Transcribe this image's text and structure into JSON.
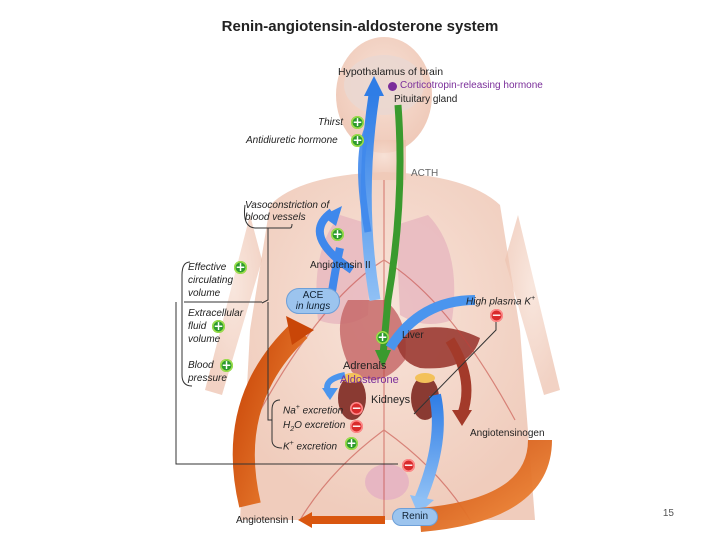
{
  "title": "Renin-angiotensin-aldosterone system",
  "labels": {
    "hypothalamus": "Hypothalamus of brain",
    "crh": "Corticotropin-releasing hormone",
    "pituitary": "Pituitary gland",
    "thirst": "Thirst",
    "adh": "Antidiuretic hormone",
    "acth": "ACTH",
    "vaso_1": "Vasoconstriction of",
    "vaso_2": "blood vessels",
    "ang2": "Angiotensin II",
    "ace_1": "ACE",
    "ace_2": "in lungs",
    "high_k": "High plasma K",
    "high_k_sup": "+",
    "effective_1": "Effective",
    "effective_2": "circulating",
    "effective_3": "volume",
    "ecf_1": "Extracellular",
    "ecf_2": "fluid",
    "ecf_3": "volume",
    "bp_1": "Blood",
    "bp_2": "pressure",
    "liver": "Liver",
    "adrenals": "Adrenals",
    "aldosterone": "Aldosterone",
    "kidneys": "Kidneys",
    "na_pre": "Na",
    "na_sup": "+",
    "na_post": " excretion",
    "h2o_pre": "H",
    "h2o_sub": "2",
    "h2o_post": "O excretion",
    "k_pre": "K",
    "k_sup": "+",
    "k_post": " excretion",
    "angiotensinogen": "Angiotensinogen",
    "ang1": "Angiotensin I",
    "renin": "Renin"
  },
  "signs": {
    "plus": "+",
    "minus": "−"
  },
  "page_number": "15",
  "colors": {
    "blue_arrow": "#4a95ee",
    "green_arrow": "#3a9a2e",
    "orange_arrow": "#d9560f",
    "maroon_arrow": "#a33a2a",
    "body_skin": "#f3cfc0",
    "organ_red": "#d07a7a"
  }
}
